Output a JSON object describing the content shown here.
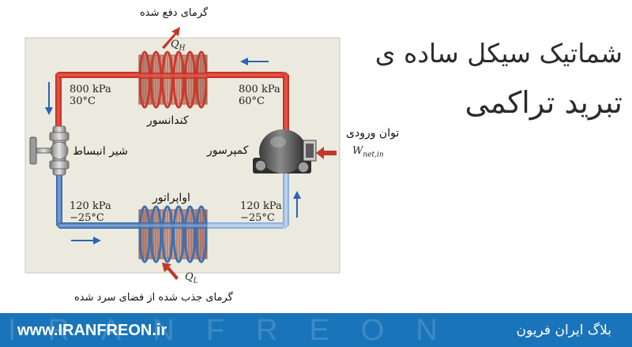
{
  "title": {
    "line1": "شماتیک سیکل ساده ی",
    "line2": "تبرید تراکمی"
  },
  "diagram": {
    "heat_rejected": "گرمای دفع شده",
    "heat_absorbed": "گرمای جذب شده از فضای سرد شده",
    "qh": "Q",
    "qh_sub": "H",
    "ql": "Q",
    "ql_sub": "L",
    "condenser": "کندانسور",
    "evaporator": "اواپراتور",
    "expansion_valve": "شیر انبساط",
    "compressor": "کمپرسور",
    "power_input": "توان ورودی",
    "w_symbol": "W",
    "w_sub": "net,in",
    "states": {
      "top_left": {
        "pressure": "800 kPa",
        "temperature": "30°C"
      },
      "top_right": {
        "pressure": "800 kPa",
        "temperature": "60°C"
      },
      "bottom_left": {
        "pressure": "120 kPa",
        "temperature": "−25°C"
      },
      "bottom_right": {
        "pressure": "120 kPa",
        "temperature": "−25°C"
      }
    }
  },
  "footer": {
    "website": "www.IRANFREON.ir",
    "watermark": "IRANFREON",
    "blog": "بلاگ ایران فریون"
  },
  "colors": {
    "panel": "#eceadf",
    "hot_pipe": "#e23a2c",
    "cold_pipe": "#4a80c4",
    "footer": "#1a74b9"
  }
}
